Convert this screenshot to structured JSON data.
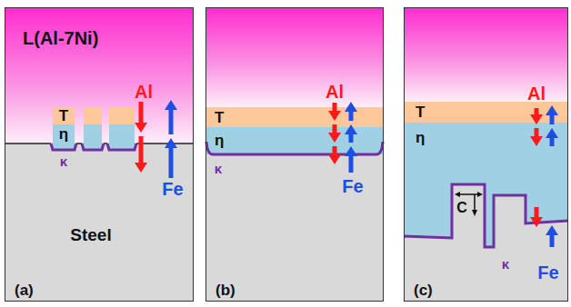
{
  "diagram": {
    "nodes": [
      {
        "text": [
          "(a)"
        ]
      },
      {
        "text": [
          "L(Al-7Ni)"
        ],
        "in": 0
      },
      {
        "text": [
          "T"
        ],
        "in": 0
      },
      {
        "text": [
          "η"
        ],
        "in": 0
      },
      {
        "text": [
          "Steel"
        ],
        "in": 0
      },
      {
        "text": [
          "(b)"
        ]
      },
      {
        "text": [
          "T"
        ],
        "in": 5
      },
      {
        "text": [
          "η"
        ],
        "in": 5
      },
      {
        "text": [
          "(c)"
        ]
      },
      {
        "text": [
          "T"
        ],
        "in": 8
      },
      {
        "text": [
          "η"
        ],
        "in": 8
      }
    ],
    "labels": [
      "Al",
      "Fe",
      "κ",
      "Al",
      "κ",
      "Fe",
      "Al",
      "C",
      "κ",
      "Fe"
    ]
  }
}
